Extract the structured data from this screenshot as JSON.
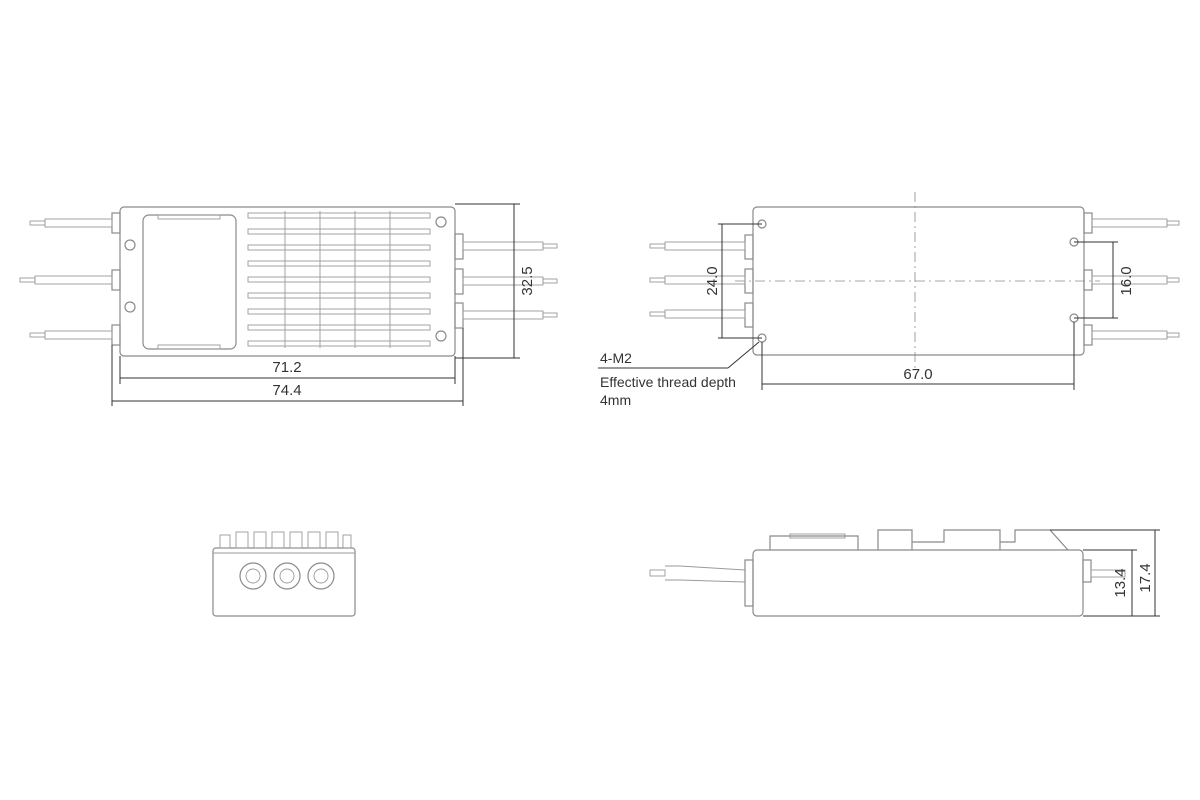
{
  "dimensions": {
    "top_inner_width": "71.2",
    "top_outer_width": "74.4",
    "top_height": "32.5",
    "bottom_hole_spacing_left": "24.0",
    "bottom_hole_spacing_right": "16.0",
    "bottom_length": "67.0",
    "side_body_height": "13.4",
    "side_total_height": "17.4"
  },
  "note": {
    "line1": "4-M2",
    "line2": "Effective thread depth",
    "line3": "4mm"
  }
}
